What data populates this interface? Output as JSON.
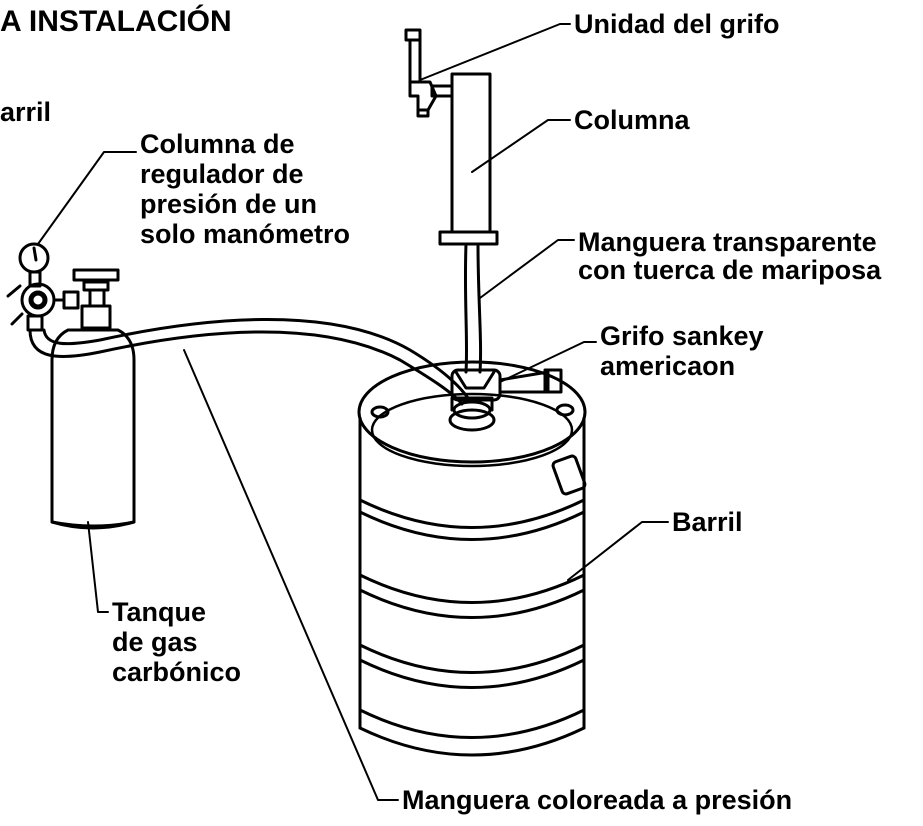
{
  "title": "A INSTALACIÓN",
  "labels": {
    "barrel_top": "arril",
    "regulator_l1": "Columna de",
    "regulator_l2": "regulador de",
    "regulator_l3": "presión de un",
    "regulator_l4": "solo manómetro",
    "faucet": "Unidad del grifo",
    "column": "Columna",
    "hose_l1": "Manguera transparente",
    "hose_l2": "con tuerca de mariposa",
    "coupler_l1": "Grifo sankey",
    "coupler_l2": "americaon",
    "keg": "Barril",
    "tank_l1": "Tanque",
    "tank_l2": "de gas",
    "tank_l3": "carbónico",
    "gas_hose": "Manguera coloreada a presión"
  },
  "colors": {
    "ink": "#000000",
    "paper": "#ffffff",
    "fill_light": "#ffffff"
  }
}
